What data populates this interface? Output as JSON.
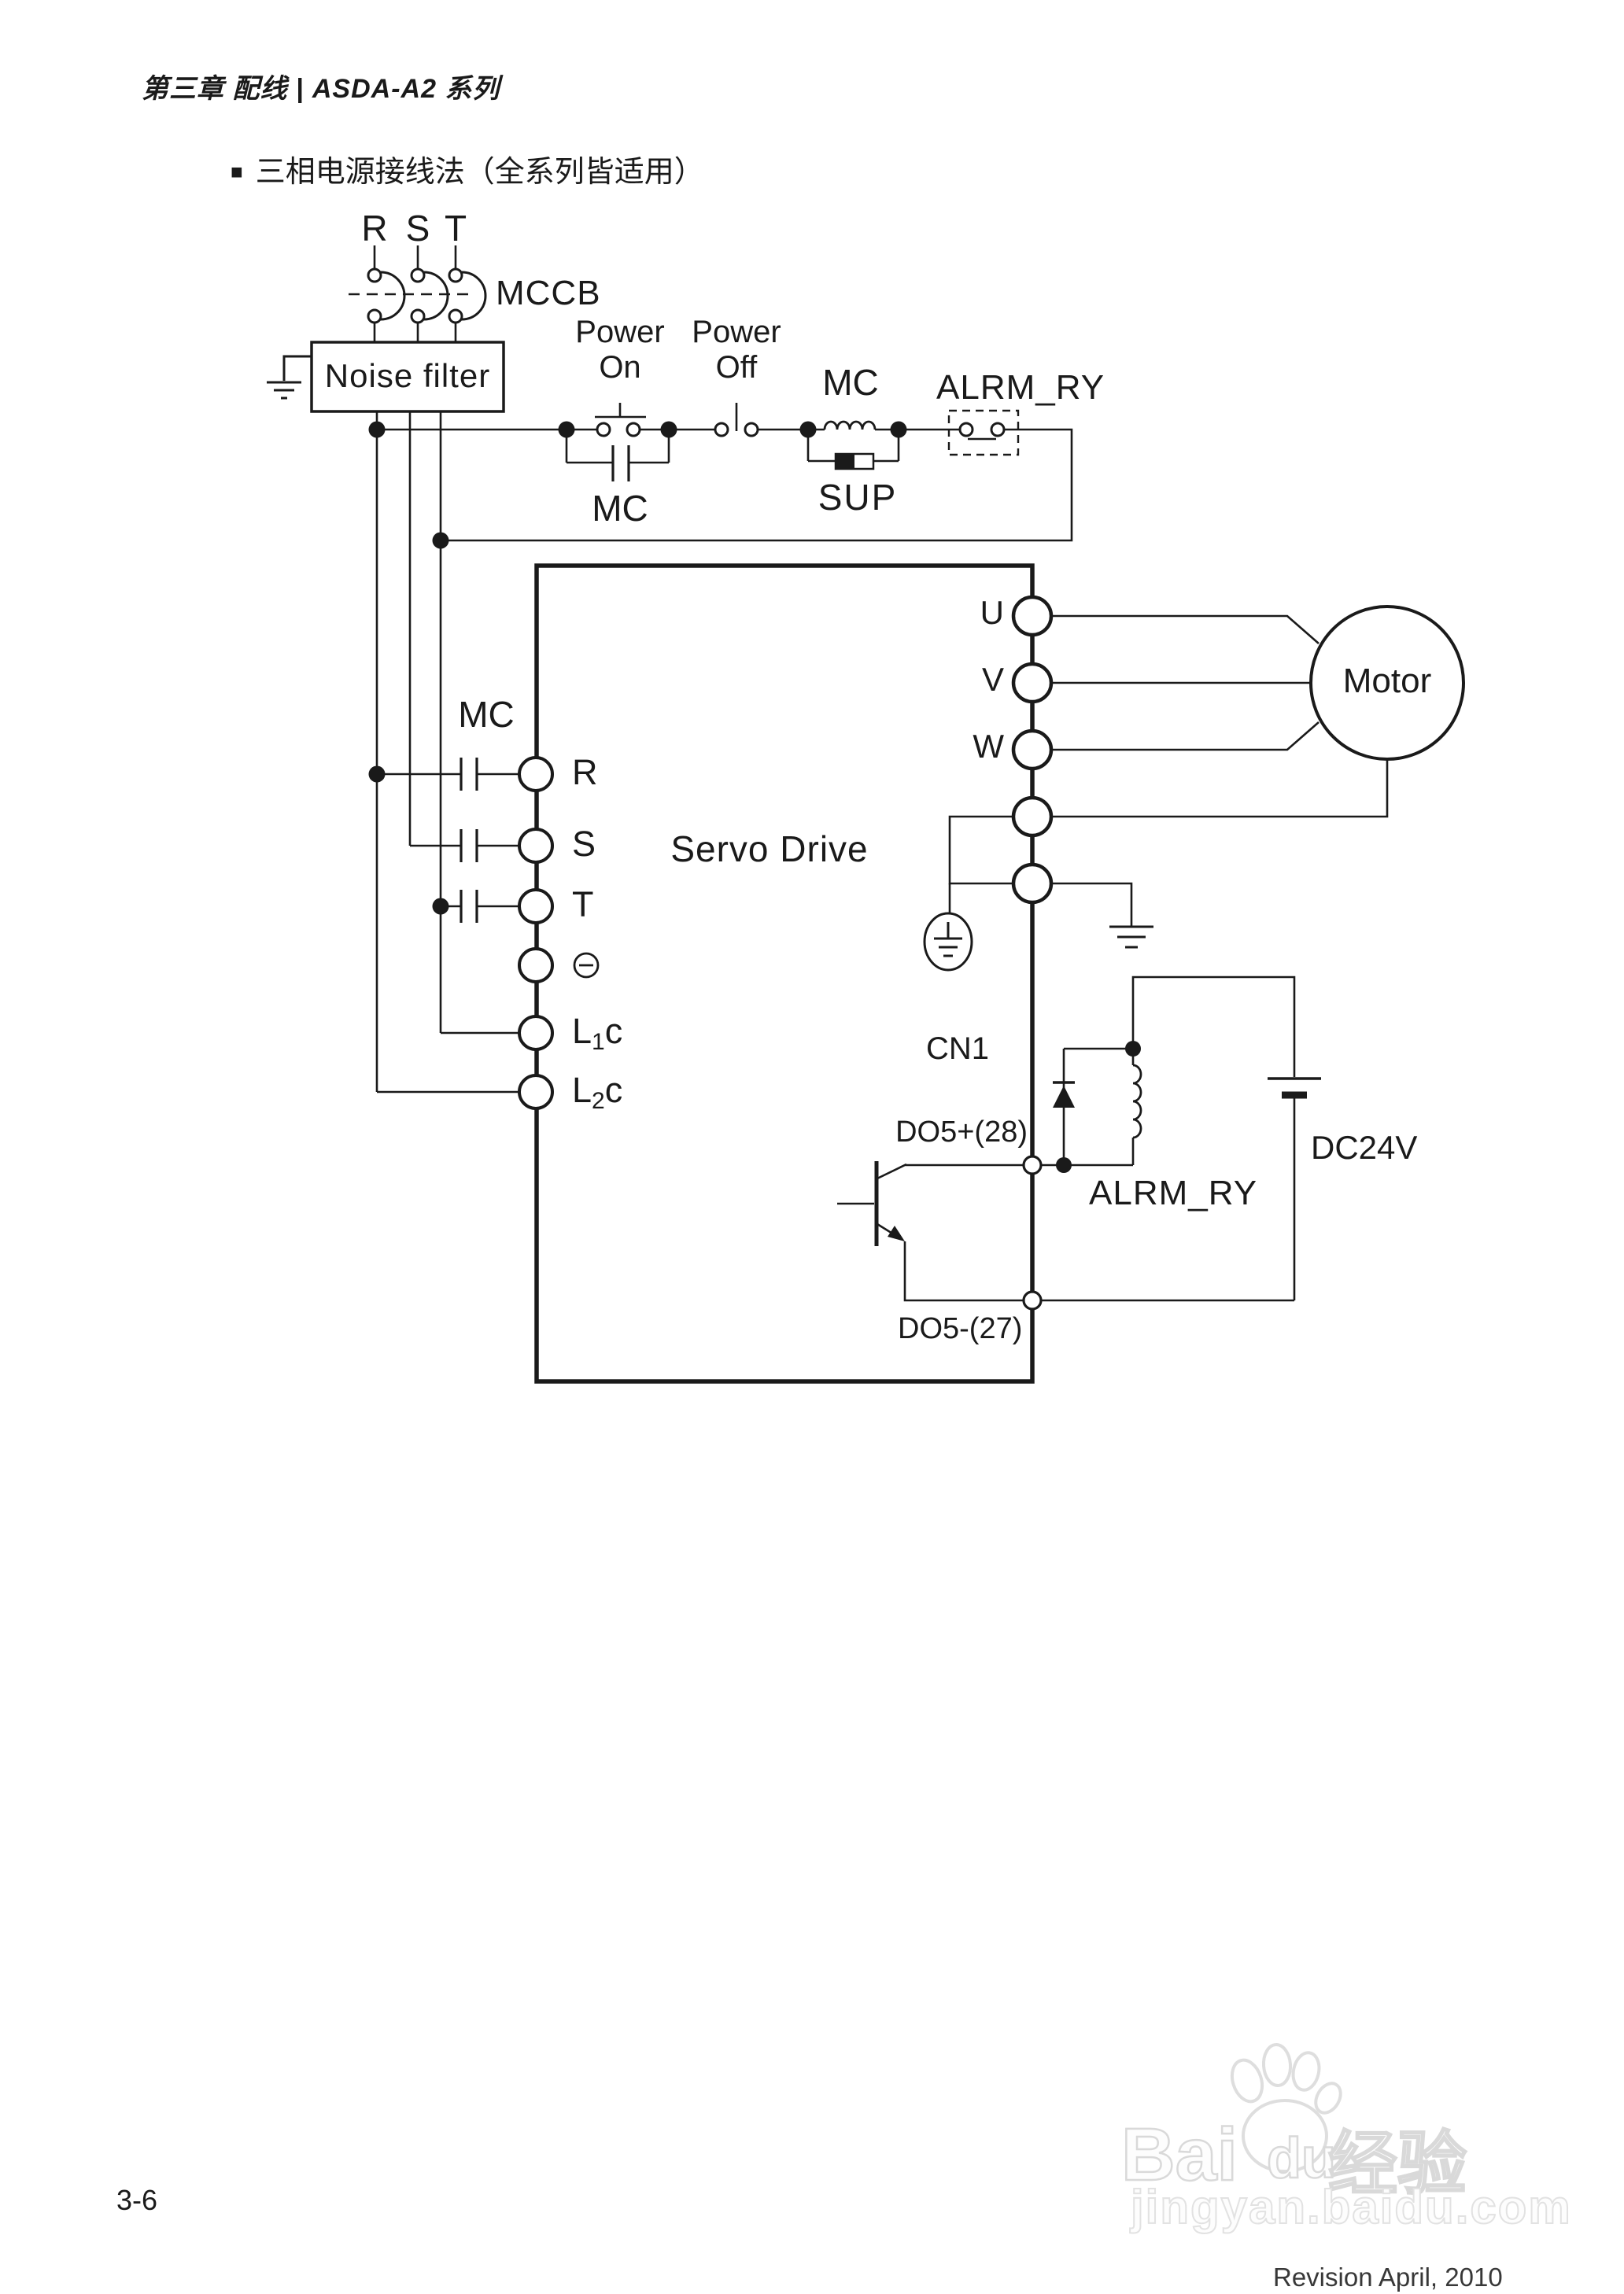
{
  "page": {
    "header": "第三章 配线 | ASDA-A2 系列",
    "section_marker": "■",
    "section_title": "三相电源接线法（全系列皆适用）",
    "page_number": "3-6",
    "revision": "Revision April, 2010"
  },
  "supply": {
    "phase_r": "R",
    "phase_s": "S",
    "phase_t": "T",
    "breaker": "MCCB",
    "noise_filter": "Noise filter"
  },
  "control": {
    "power_on_line1": "Power",
    "power_on_line2": "On",
    "power_off_line1": "Power",
    "power_off_line2": "Off",
    "mc_aux_contact": "MC",
    "mc_coil": "MC",
    "suppressor": "SUP",
    "alarm_relay_contact": "ALRM_RY"
  },
  "drive": {
    "title": "Servo Drive",
    "mc_main_contact": "MC",
    "terminals_left": {
      "r": "R",
      "s": "S",
      "t": "T",
      "l1c": {
        "prefix": "L",
        "sub": "1",
        "suffix": "c"
      },
      "l2c": {
        "prefix": "L",
        "sub": "2",
        "suffix": "c"
      }
    },
    "terminals_right": {
      "u": "U",
      "v": "V",
      "w": "W"
    },
    "connector": "CN1",
    "do5_plus": "DO5+(28)",
    "do5_minus": "DO5-(27)"
  },
  "load": {
    "motor": "Motor"
  },
  "alarm_circuit": {
    "relay_coil": "ALRM_RY",
    "supply": "DC24V"
  },
  "watermark": {
    "logo_bai": "Bai",
    "logo_du": "du",
    "logo_cn": "经验",
    "site": "jingyan.baidu.com"
  },
  "colors": {
    "ink": "#1a1a1a",
    "watermark": "#d9d9d9"
  }
}
